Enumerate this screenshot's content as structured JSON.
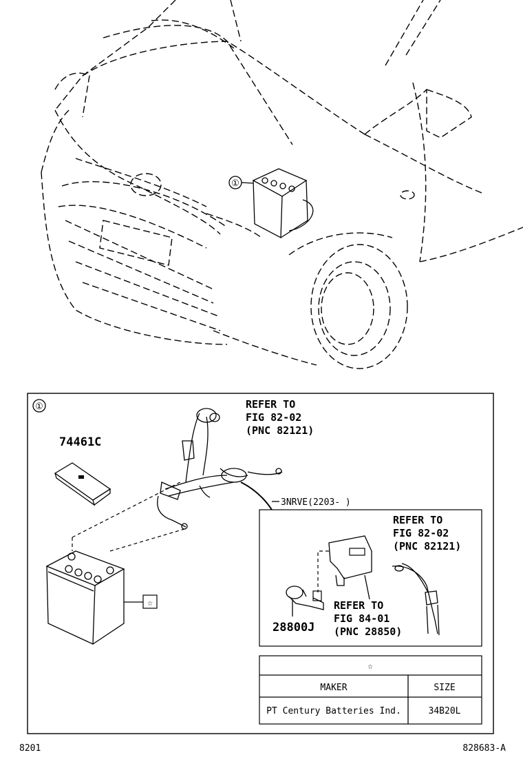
{
  "callout_1": "①",
  "detail": {
    "callout": "①",
    "refer_a": [
      "REFER TO",
      "FIG 82-02",
      "(PNC 82121)"
    ],
    "part_cover": "74461C",
    "harness_code": "3NRVE(2203-     )",
    "refer_b": [
      "REFER TO",
      "FIG 82-02",
      "(PNC 82121)"
    ],
    "refer_c": [
      "REFER TO",
      "FIG 84-01",
      "(PNC 28850)"
    ],
    "part_sensor": "28800J",
    "star_symbol": "☆"
  },
  "table": {
    "title_symbol": "☆",
    "headers": [
      "MAKER",
      "SIZE"
    ],
    "rows": [
      [
        "PT Century Batteries Ind.",
        "34B20L"
      ]
    ]
  },
  "footer": {
    "page_code": "8201",
    "figure_id": "828683-A"
  }
}
